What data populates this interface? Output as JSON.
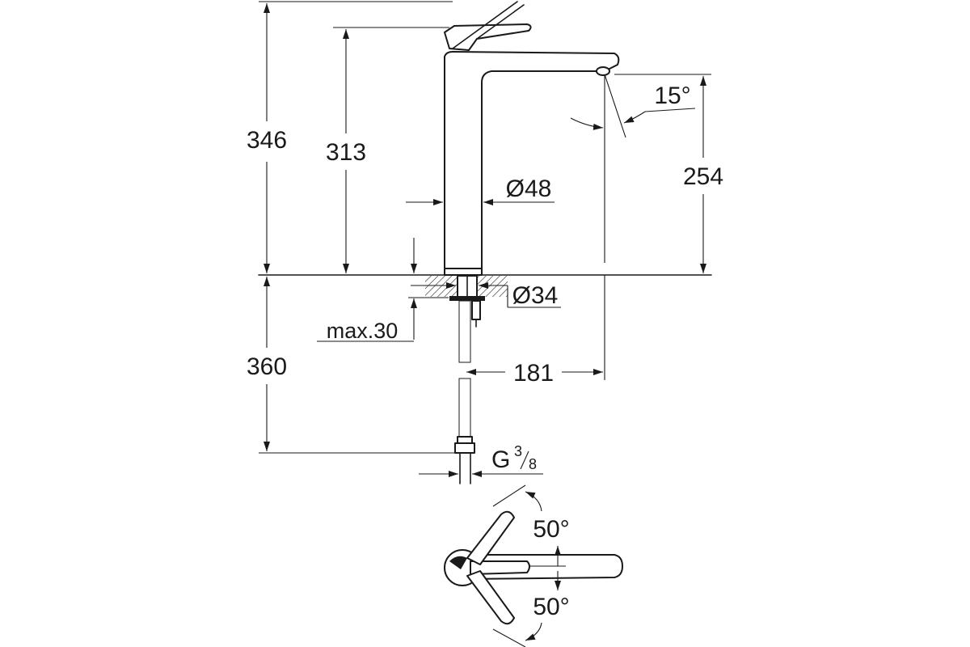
{
  "dimensions": {
    "total_height_above": "346",
    "lever_height": "313",
    "spout_height": "254",
    "hose_length": "360",
    "body_diameter": "Ø48",
    "shank_diameter": "Ø34",
    "projection": "181",
    "max_deck": "max.30",
    "spout_angle": "15°",
    "thread_main": "G",
    "thread_num": "3",
    "thread_den": "8",
    "lever_angle_top": "50°",
    "lever_angle_bottom": "50°"
  }
}
